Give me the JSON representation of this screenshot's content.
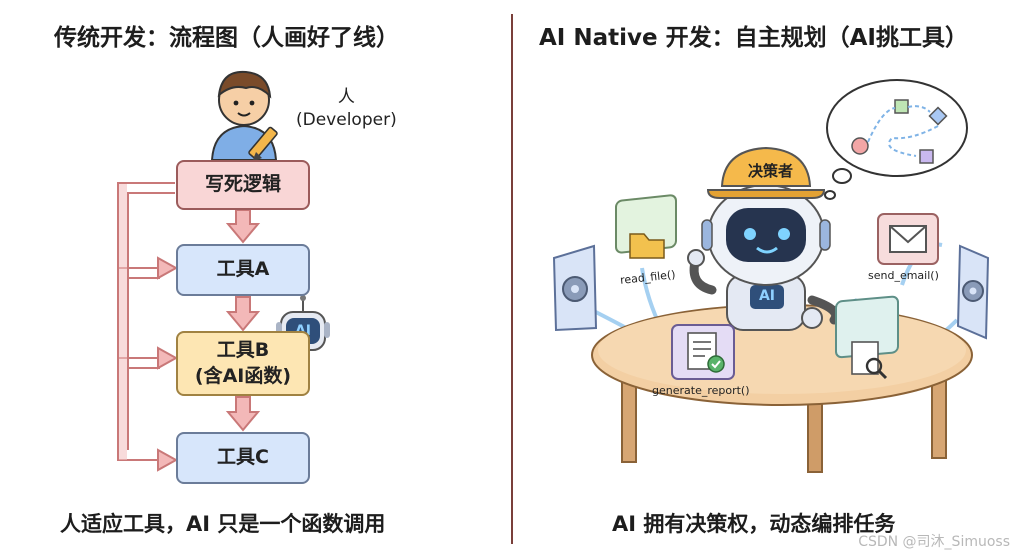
{
  "left": {
    "title": "传统开发：流程图（人画好了线）",
    "person_label_line1": "人",
    "person_label_line2": "(Developer)",
    "boxes": {
      "logic": "写死逻辑",
      "tool_a": "工具A",
      "tool_b_line1": "工具B",
      "tool_b_line2": "(含AI函数)",
      "tool_c": "工具C"
    },
    "ai_badge": "AI",
    "caption": "人适应工具，AI 只是一个函数调用"
  },
  "right": {
    "title": "AI Native 开发：自主规划（AI挑工具）",
    "robot_hat": "决策者",
    "robot_chest": "AI",
    "tools": {
      "read_file": "read_file()",
      "send_email": "send_email()",
      "generate_report": "generate_report()"
    },
    "caption": "AI 拥有决策权，动态编排任务"
  },
  "watermark": "CSDN @司沐_Simuoss",
  "colors": {
    "divider": "#7a3f3a",
    "pink_box": "#f9d6d6",
    "blue_box": "#d7e6fb",
    "yellow_box": "#fde6b3",
    "arrow_pink": "#e8a3a3",
    "flow_blue": "#9ccbf0"
  },
  "icons": [
    "developer-person-icon",
    "pencil-icon",
    "ai-robot-badge-icon",
    "robot-icon",
    "thought-bubble-icon",
    "folder-icon",
    "envelope-icon",
    "document-check-icon",
    "magnify-document-icon",
    "gear-icon"
  ]
}
